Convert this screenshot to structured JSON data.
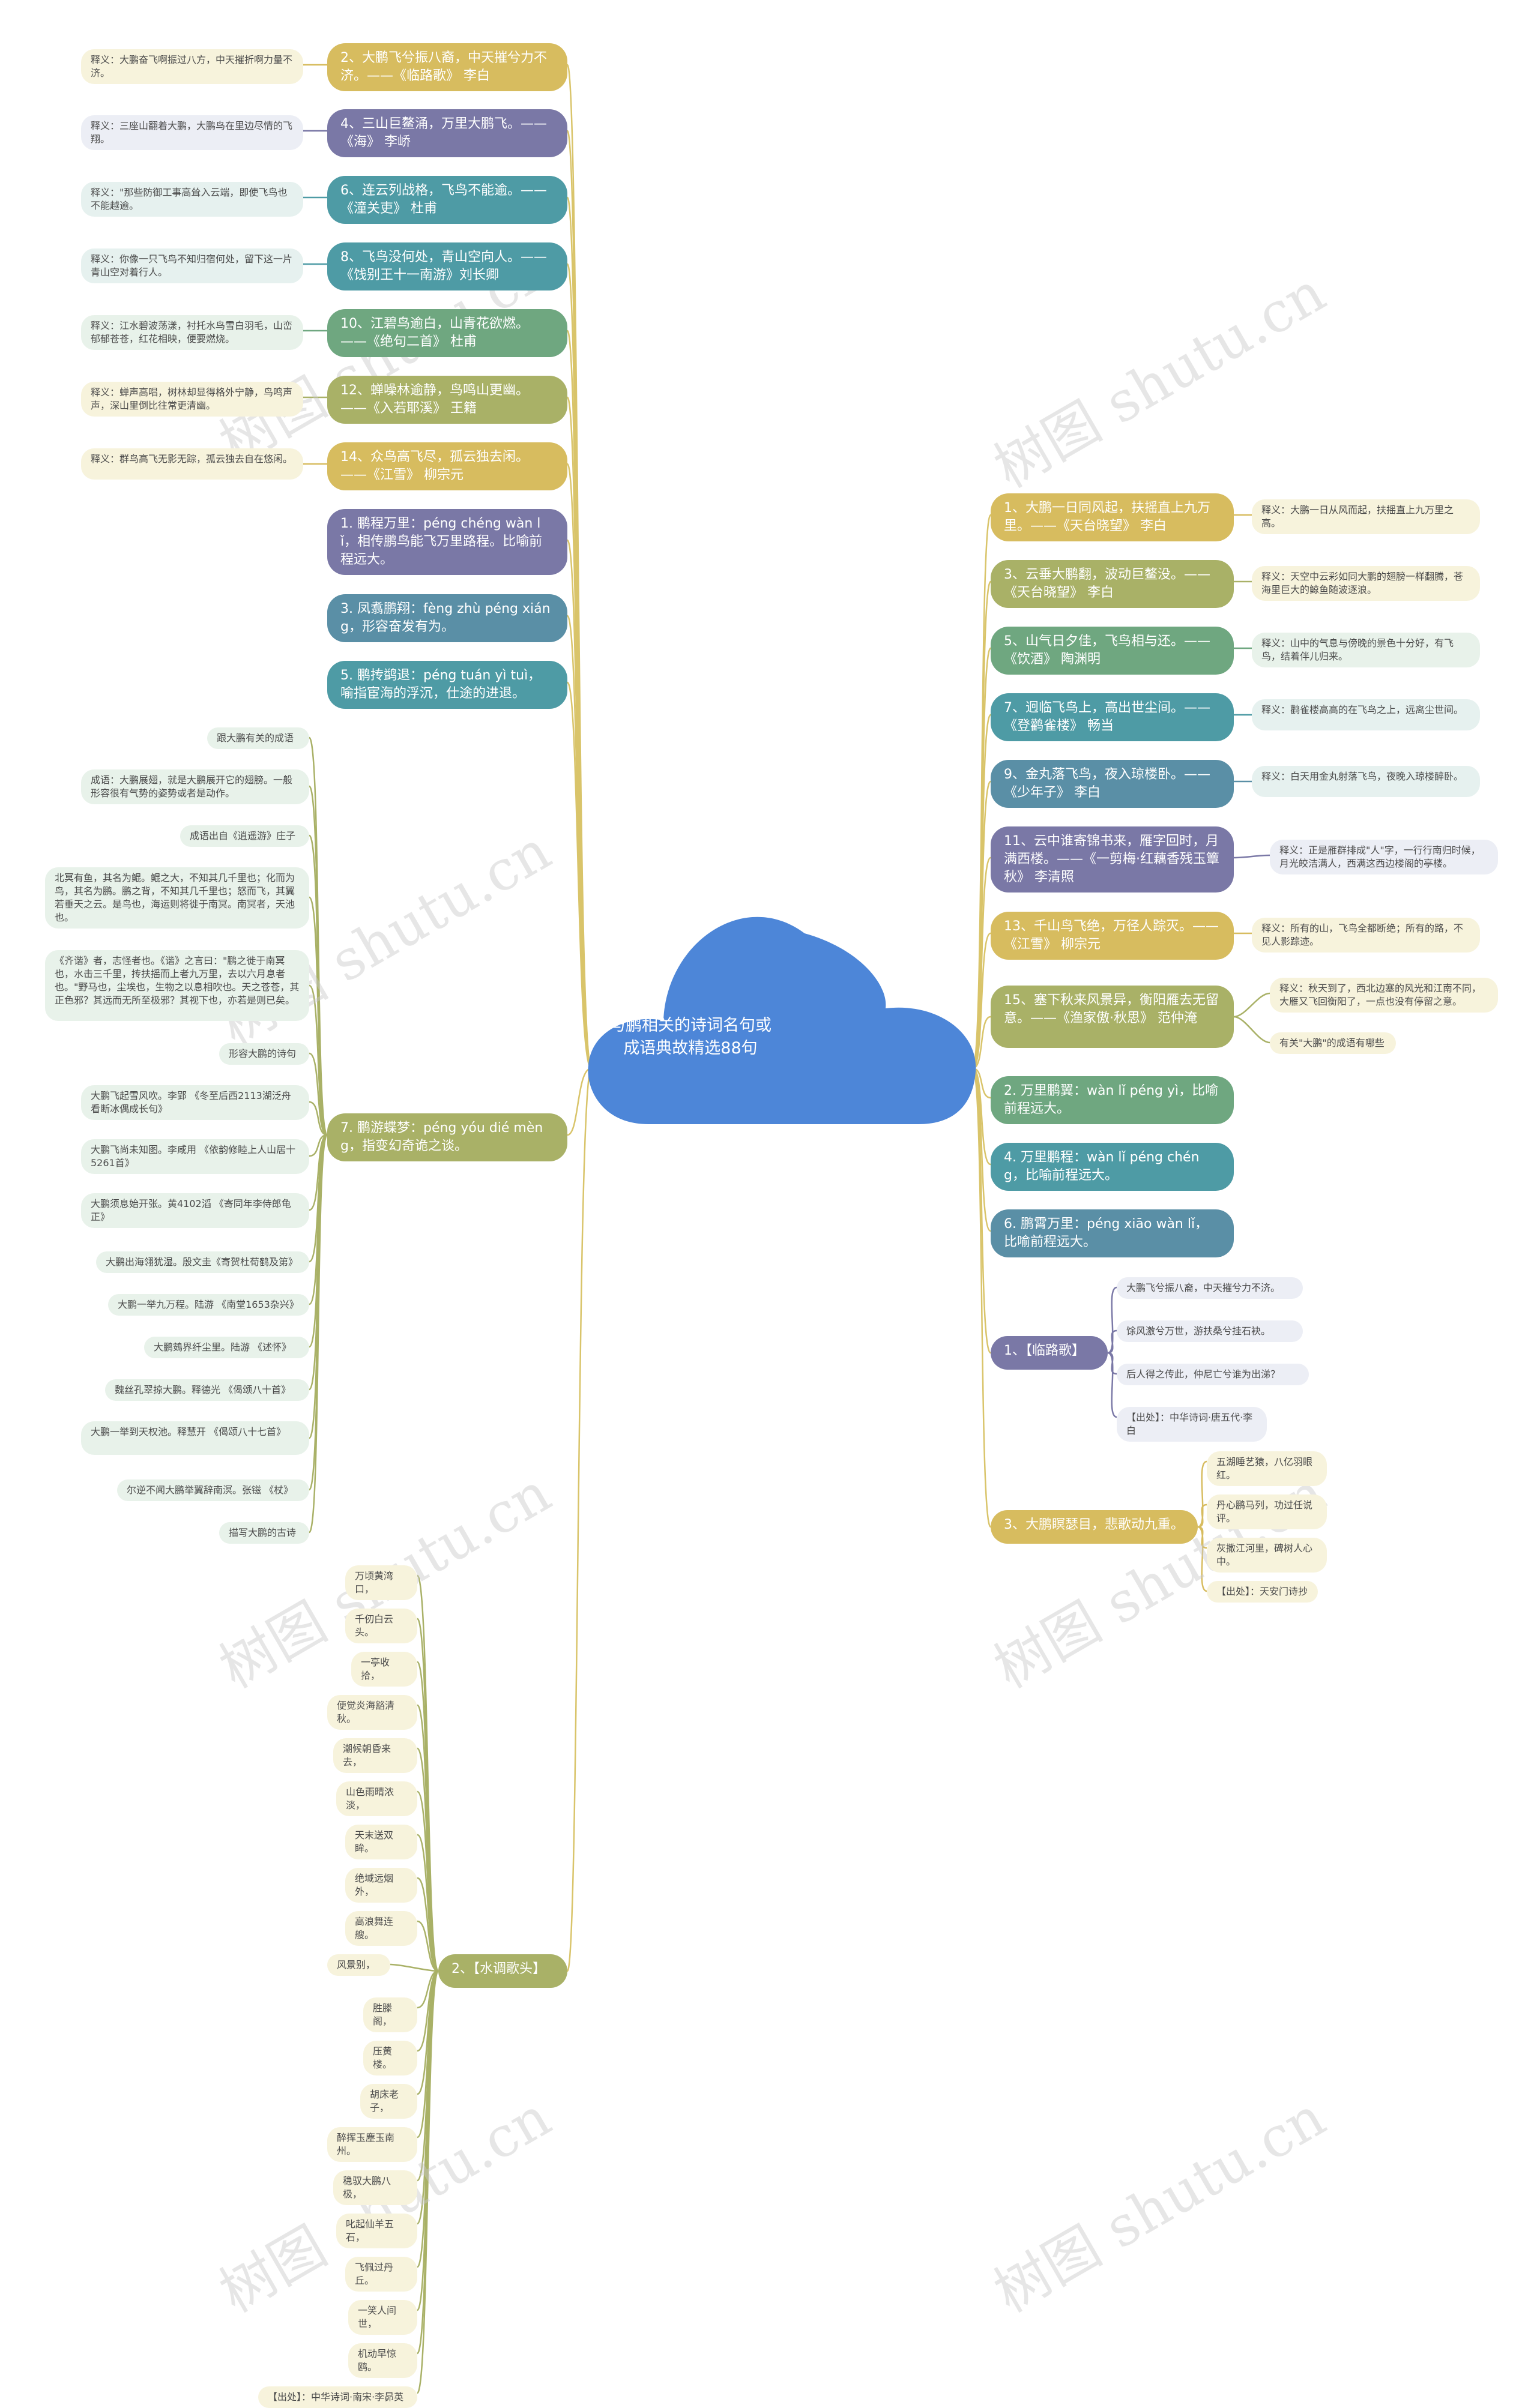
{
  "title": "与鹏相关的诗词名句或成语典故精选88句",
  "watermark": "树图 shutu.cn",
  "colors": {
    "center": "#4d86d8",
    "gold": "#d7bc5f",
    "slate": "#7a78a6",
    "teal": "#4e9ba5",
    "green": "#6fa780",
    "olive": "#a9b167",
    "steelblue": "#5a8fa6",
    "leafYellow": "#f7f3dc",
    "leafGray": "#eceef5",
    "leafTeal": "#e6f1ef",
    "leafGreen": "#e8f2ea",
    "line": "#d9c46a"
  },
  "left_branches": [
    {
      "text": "2、大鹏飞兮振八裔，中天摧兮力不济。——《临路歌》 李白",
      "color": "gold",
      "notes": [
        {
          "text": "释义：大鹏奋飞啊振过八方，中天摧折啊力量不济。",
          "tone": "leafYellow"
        }
      ]
    },
    {
      "text": "4、三山巨鳌涌，万里大鹏飞。——《海》 李峤",
      "color": "slate",
      "notes": [
        {
          "text": "释义：三座山翻着大鹏，大鹏鸟在里边尽情的飞翔。",
          "tone": "leafGray"
        }
      ]
    },
    {
      "text": "6、连云列战格，飞鸟不能逾。——《潼关吏》 杜甫",
      "color": "teal",
      "notes": [
        {
          "text": "释义：\"那些防御工事高耸入云端，即使飞鸟也不能越逾。",
          "tone": "leafTeal"
        }
      ]
    },
    {
      "text": "8、飞鸟没何处，青山空向人。——《饯别王十一南游》刘长卿",
      "color": "teal",
      "notes": [
        {
          "text": "释义：你像一只飞鸟不知归宿何处，留下这一片青山空对着行人。",
          "tone": "leafTeal"
        }
      ]
    },
    {
      "text": "10、江碧鸟逾白，山青花欲燃。——《绝句二首》 杜甫",
      "color": "green",
      "notes": [
        {
          "text": "释义：江水碧波荡漾，衬托水鸟雪白羽毛，山峦郁郁苍苍，红花相映，便要燃烧。",
          "tone": "leafGreen"
        }
      ]
    },
    {
      "text": "12、蝉噪林逾静，鸟鸣山更幽。——《入若耶溪》 王籍",
      "color": "olive",
      "notes": [
        {
          "text": "释义：蝉声高唱，树林却显得格外宁静，鸟鸣声声，深山里倒比往常更清幽。",
          "tone": "leafYellow"
        }
      ]
    },
    {
      "text": "14、众鸟高飞尽，孤云独去闲。——《江雪》 柳宗元",
      "color": "gold",
      "notes": [
        {
          "text": "释义：群鸟高飞无影无踪，孤云独去自在悠闲。",
          "tone": "leafYellow"
        }
      ]
    },
    {
      "text": "1. 鹏程万里：péng chéng wàn lǐ，相传鹏鸟能飞万里路程。比喻前程远大。",
      "color": "slate",
      "notes": []
    },
    {
      "text": "3. 凤翥鹏翔：fèng zhù péng xiáng，形容奋发有为。",
      "color": "steelblue",
      "notes": []
    },
    {
      "text": "5. 鹏抟鹢退：péng tuán yì tuì，喻指宦海的浮沉，仕途的进退。",
      "color": "teal",
      "notes": []
    },
    {
      "text": "7. 鹏游蝶梦：péng yóu dié mèng，指变幻奇诡之谈。",
      "color": "olive",
      "notes": [
        {
          "text": "跟大鹏有关的成语",
          "tone": "leafGreen"
        },
        {
          "text": "成语：大鹏展翅，就是大鹏展开它的翅膀。一般形容很有气势的姿势或者是动作。",
          "tone": "leafGreen"
        },
        {
          "text": "成语出自《逍遥游》庄子",
          "tone": "leafGreen"
        },
        {
          "text": "北冥有鱼，其名为鲲。鲲之大，不知其几千里也；化而为鸟，其名为鹏。鹏之背，不知其几千里也；怒而飞，其翼若垂天之云。是鸟也，海运则将徙于南冥。南冥者，天池也。",
          "tone": "leafGreen"
        },
        {
          "text": "《齐谐》者，志怪者也。《谐》之言曰：\"鹏之徙于南冥也，水击三千里，抟扶摇而上者九万里，去以六月息者也。\"野马也，尘埃也，生物之以息相吹也。天之苍苍，其正色邪？其远而无所至极邪？其视下也，亦若是则已矣。",
          "tone": "leafGreen"
        },
        {
          "text": "形容大鹏的诗句",
          "tone": "leafGreen"
        },
        {
          "text": "大鹏飞起雪风吹。李郢 《冬至后西2113湖泛舟看断冰偶成长句》",
          "tone": "leafGreen"
        },
        {
          "text": "大鹏飞尚未知图。李咸用 《依韵修睦上人山居十5261首》",
          "tone": "leafGreen"
        },
        {
          "text": "大鹏须息始开张。黄4102滔 《寄同年李侍郎龟正》",
          "tone": "leafGreen"
        },
        {
          "text": "大鹏出海翎犹湿。殷文圭《寄贺杜荀鹤及第》",
          "tone": "leafGreen"
        },
        {
          "text": "大鹏一举九万程。陆游 《南堂1653杂兴》",
          "tone": "leafGreen"
        },
        {
          "text": "大鹏鴳界纤尘里。陆游 《述怀》",
          "tone": "leafGreen"
        },
        {
          "text": "魏丝孔翠掠大鹏。释德光 《偈颂八十首》",
          "tone": "leafGreen"
        },
        {
          "text": "大鹏一举到天权池。释慧开 《偈颂八十七首》",
          "tone": "leafGreen"
        },
        {
          "text": "尔逆不闻大鹏举翼辞南溟。张镃 《杖》",
          "tone": "leafGreen"
        },
        {
          "text": "描写大鹏的古诗",
          "tone": "leafGreen"
        }
      ]
    },
    {
      "text": "2、【水调歌头】",
      "color": "olive",
      "notes": [
        {
          "text": "万顷黄湾口，",
          "tone": "leafYellow"
        },
        {
          "text": "千仞白云头。",
          "tone": "leafYellow"
        },
        {
          "text": "一亭收拾，",
          "tone": "leafYellow"
        },
        {
          "text": "便觉炎海豁清秋。",
          "tone": "leafYellow"
        },
        {
          "text": "潮候朝昏来去，",
          "tone": "leafYellow"
        },
        {
          "text": "山色雨晴浓淡，",
          "tone": "leafYellow"
        },
        {
          "text": "天末送双眸。",
          "tone": "leafYellow"
        },
        {
          "text": "绝域远烟外，",
          "tone": "leafYellow"
        },
        {
          "text": "高浪舞连艘。",
          "tone": "leafYellow"
        },
        {
          "text": "风景别，",
          "tone": "leafYellow"
        },
        {
          "text": "胜滕阁，",
          "tone": "leafYellow"
        },
        {
          "text": "压黄楼。",
          "tone": "leafYellow"
        },
        {
          "text": "胡床老子，",
          "tone": "leafYellow"
        },
        {
          "text": "醉挥玉塵玉南州。",
          "tone": "leafYellow"
        },
        {
          "text": "稳驭大鹏八极，",
          "tone": "leafYellow"
        },
        {
          "text": "叱起仙羊五石，",
          "tone": "leafYellow"
        },
        {
          "text": "飞佩过丹丘。",
          "tone": "leafYellow"
        },
        {
          "text": "一笑人间世，",
          "tone": "leafYellow"
        },
        {
          "text": "机动早惊鸥。",
          "tone": "leafYellow"
        },
        {
          "text": "【出处】：中华诗词·南宋·李昴英",
          "tone": "leafYellow"
        }
      ]
    }
  ],
  "right_branches": [
    {
      "text": "1、大鹏一日同风起，扶摇直上九万里。——《天台晓望》 李白",
      "color": "gold",
      "notes": [
        {
          "text": "释义：大鹏一日从风而起，扶摇直上九万里之高。",
          "tone": "leafYellow"
        }
      ]
    },
    {
      "text": "3、云垂大鹏翻，波动巨鳌没。——《天台晓望》 李白",
      "color": "olive",
      "notes": [
        {
          "text": "释义：天空中云彩如同大鹏的翅膀一样翻腾，苍海里巨大的鲸鱼随波逐浪。",
          "tone": "leafYellow"
        }
      ]
    },
    {
      "text": "5、山气日夕佳，飞鸟相与还。——《饮酒》 陶渊明",
      "color": "green",
      "notes": [
        {
          "text": "释义：山中的气息与傍晚的景色十分好，有飞鸟，结着伴儿归来。",
          "tone": "leafGreen"
        }
      ]
    },
    {
      "text": "7、迥临飞鸟上，高出世尘间。——《登鹳雀楼》 畅当",
      "color": "teal",
      "notes": [
        {
          "text": "释义：鹳雀楼高高的在飞鸟之上，远离尘世间。",
          "tone": "leafTeal"
        }
      ]
    },
    {
      "text": "9、金丸落飞鸟，夜入琼楼卧。——《少年子》 李白",
      "color": "steelblue",
      "notes": [
        {
          "text": "释义：白天用金丸射落飞鸟，夜晚入琼楼醉卧。",
          "tone": "leafTeal"
        }
      ]
    },
    {
      "text": "11、云中谁寄锦书来，雁字回时，月满西楼。——《一剪梅·红藕香残玉簟秋》 李清照",
      "color": "slate",
      "notes": [
        {
          "text": "释义：正是雁群排成\"人\"字，一行行南归时候，月光皎洁满人，西满这西边楼阁的亭楼。",
          "tone": "leafGray"
        }
      ]
    },
    {
      "text": "13、千山鸟飞绝，万径人踪灭。——《江雪》 柳宗元",
      "color": "gold",
      "notes": [
        {
          "text": "释义：所有的山，飞鸟全都断绝；所有的路，不见人影踪迹。",
          "tone": "leafYellow"
        }
      ]
    },
    {
      "text": "15、塞下秋来风景异，衡阳雁去无留意。——《渔家傲·秋思》 范仲淹",
      "color": "olive",
      "notes": [
        {
          "text": "释义：秋天到了，西北边塞的风光和江南不同，大雁又飞回衡阳了，一点也没有停留之意。",
          "tone": "leafYellow"
        },
        {
          "text": "有关\"大鹏\"的成语有哪些",
          "tone": "leafYellow"
        }
      ]
    },
    {
      "text": "2. 万里鹏翼：wàn lǐ péng yì，比喻前程远大。",
      "color": "green",
      "notes": []
    },
    {
      "text": "4. 万里鹏程：wàn lǐ péng chéng，比喻前程远大。",
      "color": "teal",
      "notes": []
    },
    {
      "text": "6. 鹏霄万里：péng xiāo wàn lǐ，比喻前程远大。",
      "color": "steelblue",
      "notes": []
    },
    {
      "text": "1、【临路歌】",
      "color": "slate",
      "notes": [
        {
          "text": "大鹏飞兮振八裔，中天摧兮力不济。",
          "tone": "leafGray"
        },
        {
          "text": "馀风激兮万世，游扶桑兮挂石袂。",
          "tone": "leafGray"
        },
        {
          "text": "后人得之传此，仲尼亡兮谁为出涕？",
          "tone": "leafGray"
        },
        {
          "text": "【出处】：中华诗词·唐五代·李白",
          "tone": "leafGray"
        }
      ]
    },
    {
      "text": "3、大鹏瞑瑟目，悲歌动九重。",
      "color": "gold",
      "notes": [
        {
          "text": "五湖睡艺猿，八亿羽眼红。",
          "tone": "leafYellow"
        },
        {
          "text": "丹心鹏马列，功过任说评。",
          "tone": "leafYellow"
        },
        {
          "text": "灰撒江河里，碑树人心中。",
          "tone": "leafYellow"
        },
        {
          "text": "【出处】：天安门诗抄",
          "tone": "leafYellow"
        }
      ]
    }
  ]
}
